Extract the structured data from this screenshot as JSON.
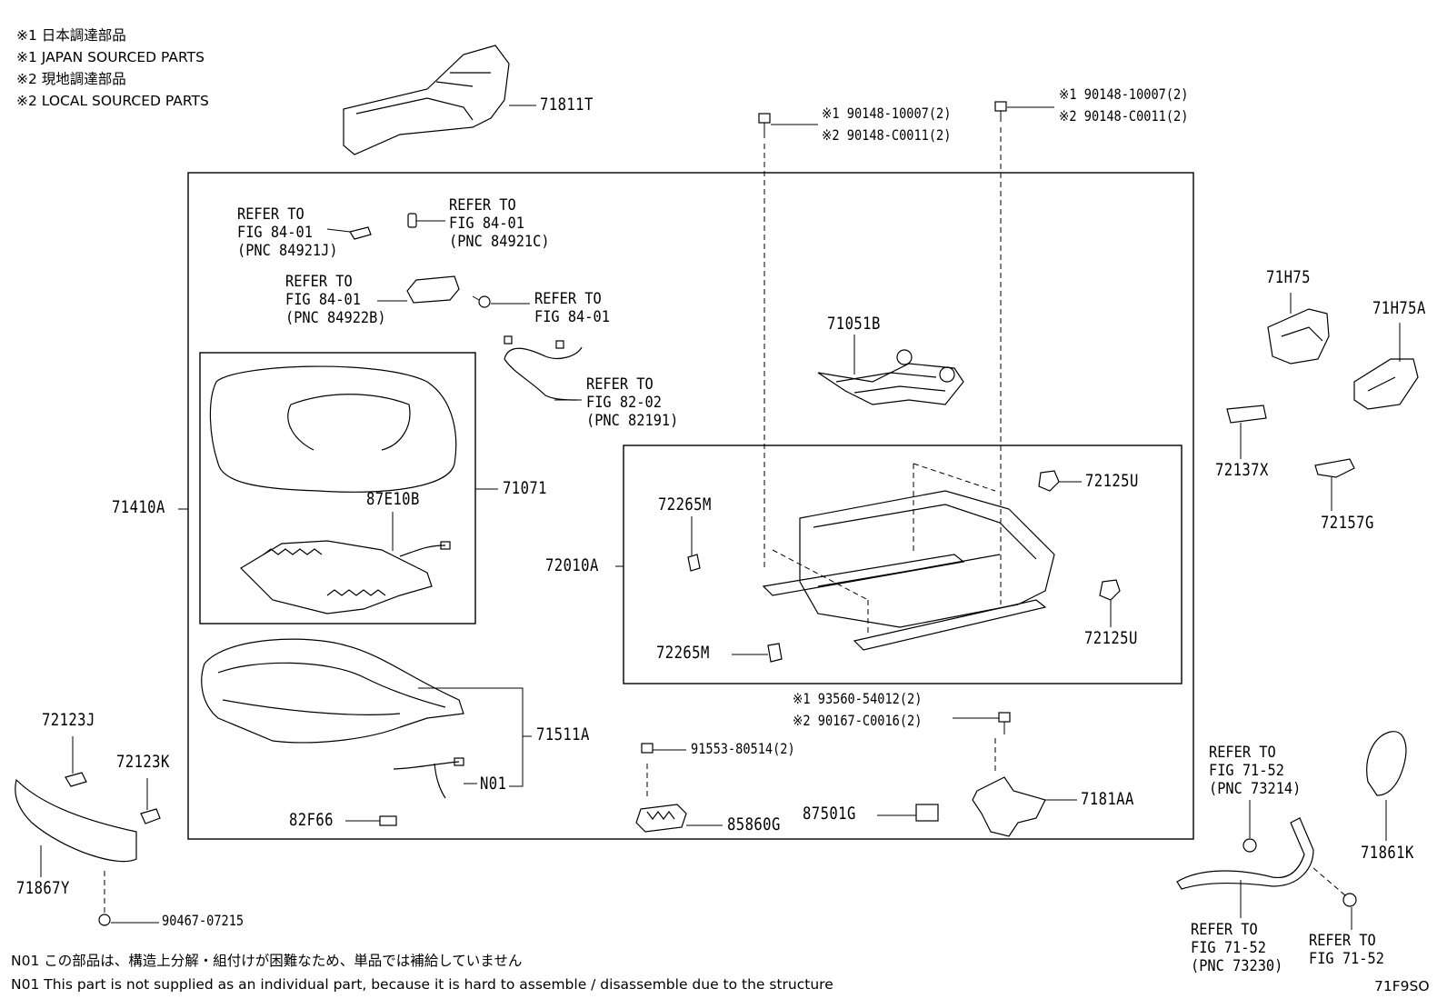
{
  "notes": {
    "n1_ja": "※1 日本調達部品",
    "n1_en": "※1 JAPAN SOURCED PARTS",
    "n2_ja": "※2 現地調達部品",
    "n2_en": "※2 LOCAL SOURCED PARTS"
  },
  "parts": {
    "p71811T": "71811T",
    "p71051B": "71051B",
    "p71H75": "71H75",
    "p71H75A": "71H75A",
    "p72137X": "72137X",
    "p72157G": "72157G",
    "p71410A": "71410A",
    "p71071": "71071",
    "p87E10B": "87E10B",
    "p72010A": "72010A",
    "p72265M_a": "72265M",
    "p72265M_b": "72265M",
    "p72125U_a": "72125U",
    "p72125U_b": "72125U",
    "p71511A": "71511A",
    "pN01": "N01",
    "p82F66": "82F66",
    "p85860G": "85860G",
    "p87501G": "87501G",
    "p7181AA": "7181AA",
    "p72123J": "72123J",
    "p72123K": "72123K",
    "p71867Y": "71867Y",
    "p71861K": "71861K",
    "p90467": "90467-07215",
    "p91553": "91553-80514(2)",
    "bolt1_a": "※1 90148-10007(2)",
    "bolt1_b": "※2 90148-C0011(2)",
    "bolt2_a": "※1 90148-10007(2)",
    "bolt2_b": "※2 90148-C0011(2)",
    "bolt3_a": "※1 93560-54012(2)",
    "bolt3_b": "※2 90167-C0016(2)"
  },
  "refs": {
    "r1": "REFER TO\nFIG 84-01\n(PNC 84921J)",
    "r2": "REFER TO\nFIG 84-01\n(PNC 84921C)",
    "r3": "REFER TO\nFIG 84-01\n(PNC 84922B)",
    "r4": "REFER TO\nFIG 84-01",
    "r5": "REFER TO\nFIG 82-02\n(PNC 82191)",
    "r6": "REFER TO\nFIG 71-52\n(PNC 73214)",
    "r7": "REFER TO\nFIG 71-52\n(PNC 73230)",
    "r8": "REFER TO\nFIG 71-52"
  },
  "footer": {
    "n01_ja": "N01 この部品は、構造上分解・組付けが困難なため、単品では補給していません",
    "n01_en": "N01 This part is not supplied as an individual part, because it is hard to assemble / disassemble due to the structure",
    "figure_code": "71F9SO"
  }
}
